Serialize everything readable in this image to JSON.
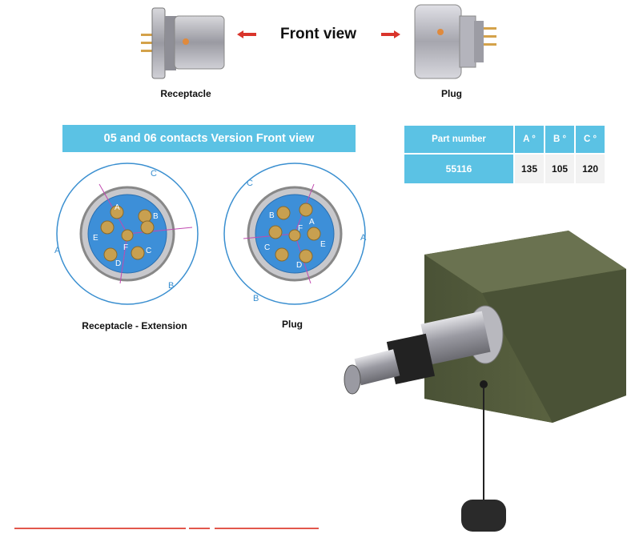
{
  "top": {
    "front_view_label": "Front view",
    "receptacle_caption": "Receptacle",
    "plug_caption": "Plug"
  },
  "banner": {
    "title": "05 and 06 contacts Version Front view"
  },
  "diagrams": {
    "receptacle_caption": "Receptacle - Extension",
    "plug_caption": "Plug",
    "receptacle_pin_letters": [
      "A",
      "B",
      "C",
      "D",
      "E",
      "F"
    ],
    "plug_pin_letters": [
      "A",
      "B",
      "C",
      "D",
      "E",
      "F"
    ],
    "dimension_letters": [
      "A",
      "B",
      "C"
    ]
  },
  "table": {
    "headers": [
      "Part number",
      "A °",
      "B °",
      "C °"
    ],
    "rows": [
      {
        "part_number": "55116",
        "a": "135",
        "b": "105",
        "c": "120"
      }
    ]
  },
  "colors": {
    "accent_blue": "#5bc2e4",
    "arrow_red": "#d9342b",
    "pin_gold": "#c8a050",
    "insert_blue": "#3d8fd8",
    "box_olive": "#525a3e"
  }
}
